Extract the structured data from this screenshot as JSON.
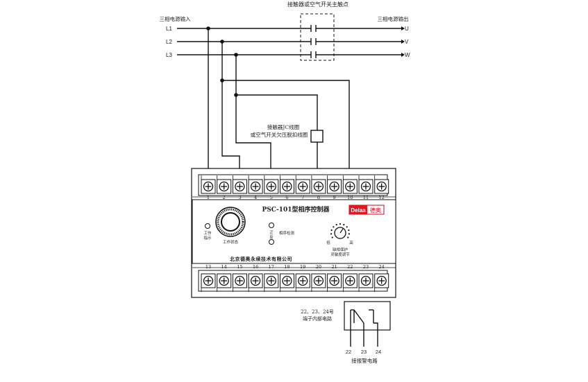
{
  "top_label": "接触器或空气开关主触点",
  "input_label": "三相电源输入",
  "output_label": "三相电源输出",
  "phases_in": [
    "L1",
    "L2",
    "L3"
  ],
  "phases_out": [
    "U",
    "V",
    "W"
  ],
  "coil_label_line1": "接触器JC线圈",
  "coil_label_line2": "或空气开关欠压脱扣线圈",
  "device": {
    "model": "PSC-101型相序控制器",
    "brand_en": "Delaa",
    "brand_cn": "德奥",
    "maker": "北京德奥永续技术有限公司",
    "status_indicator_line1": "工作",
    "status_indicator_line2": "指示",
    "knob_caption": "工作状态",
    "phase_led_label": "相序检测",
    "led_labels": [
      "正",
      "反"
    ],
    "dial_label_left": "低",
    "dial_label_right": "高",
    "dial_caption_line1": "缺相保护",
    "dial_caption_line2": "灵敏度调节",
    "top_terminals": [
      "1",
      "2",
      "3",
      "4",
      "5",
      "6",
      "7",
      "8",
      "9",
      "10",
      "11",
      "12"
    ],
    "bottom_terminals": [
      "13",
      "14",
      "15",
      "16",
      "17",
      "18",
      "19",
      "20",
      "21",
      "22",
      "23",
      "24"
    ]
  },
  "relay_note_line1": "22、23、24号",
  "relay_note_line2": "端子内部电路",
  "relay_pins": [
    "22",
    "23",
    "24"
  ],
  "alarm_label": "接报警电路"
}
